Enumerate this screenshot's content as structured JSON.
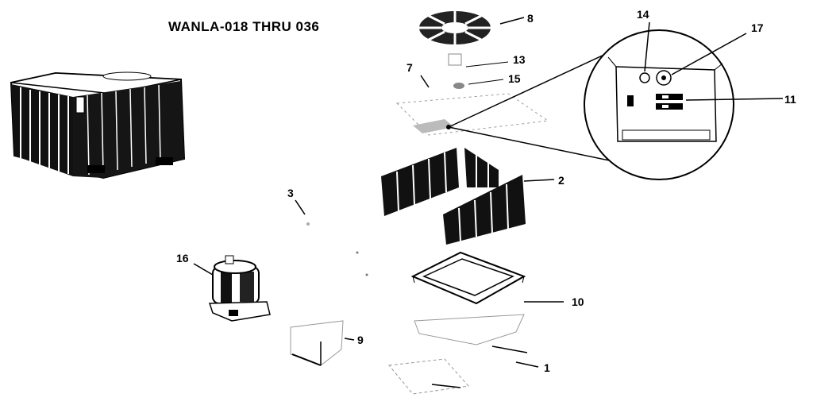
{
  "title": "WANLA-018 THRU 036",
  "callouts": {
    "c1": "1",
    "c2": "2",
    "c3": "3",
    "c7": "7",
    "c8": "8",
    "c9": "9",
    "c10": "10",
    "c11": "11",
    "c13": "13",
    "c14": "14",
    "c15": "15",
    "c16": "16",
    "c17": "17"
  },
  "colors": {
    "ink": "#000000",
    "paper": "#ffffff",
    "shade": "#1a1a1a"
  }
}
